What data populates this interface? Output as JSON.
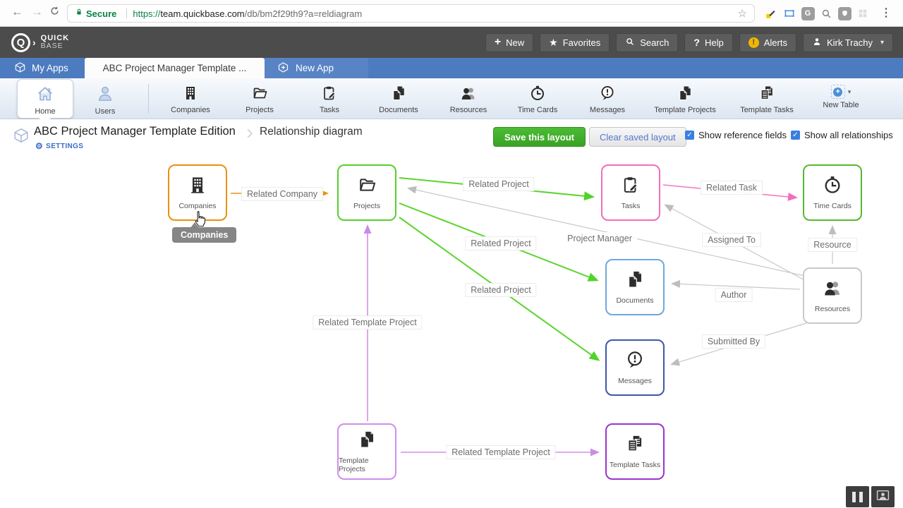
{
  "browser": {
    "secure_label": "Secure",
    "url": "https://team.quickbase.com/db/bm2f29th9?a=reldiagram",
    "url_scheme": "https://",
    "url_host": "team.quickbase.com",
    "url_path": "/db/bm2f29th9?a=reldiagram"
  },
  "header": {
    "brand_line1": "QUICK",
    "brand_line2": "BASE",
    "new_label": "New",
    "favorites_label": "Favorites",
    "search_label": "Search",
    "help_label": "Help",
    "alerts_label": "Alerts",
    "user_name": "Kirk Trachy"
  },
  "tabs": {
    "my_apps": "My Apps",
    "active_app": "ABC Project Manager Template ...",
    "new_app": "New App"
  },
  "toolbar": {
    "items": [
      "Home",
      "Users",
      "Companies",
      "Projects",
      "Tasks",
      "Documents",
      "Resources",
      "Time Cards",
      "Messages",
      "Template Projects",
      "Template Tasks",
      "New Table"
    ]
  },
  "page_header": {
    "app_title": "ABC Project Manager Template Edition",
    "settings_label": "SETTINGS",
    "page_title": "Relationship diagram",
    "save_layout_button": "Save this layout",
    "clear_layout_button": "Clear saved layout",
    "show_reference_fields": "Show reference fields",
    "show_all_relationships": "Show all relationships"
  },
  "diagram": {
    "tooltip": "Companies",
    "nodes": {
      "companies": "Companies",
      "projects": "Projects",
      "tasks": "Tasks",
      "time_cards": "Time Cards",
      "documents": "Documents",
      "resources": "Resources",
      "messages": "Messages",
      "template_projects": "Template Projects",
      "template_tasks": "Template Tasks"
    },
    "edges": {
      "related_company": "Related Company",
      "related_project_tasks": "Related Project",
      "related_project_documents": "Related Project",
      "related_project_messages": "Related Project",
      "related_task": "Related Task",
      "project_manager": "Project Manager",
      "assigned_to": "Assigned To",
      "resource": "Resource",
      "author": "Author",
      "submitted_by": "Submitted By",
      "related_template_project_vertical": "Related Template Project",
      "related_template_project_horizontal": "Related Template Project"
    }
  },
  "colors": {
    "header_bg": "#4c4c4c",
    "tab_bar_blue": "#4d7bc0",
    "save_green": "#3fae2a",
    "link_blue": "#3a6cc8",
    "checkbox_blue": "#3a7fe0",
    "alerts_yellow": "#f2b600",
    "secure_green": "#0b8043",
    "node_companies": "#e8920e",
    "node_projects": "#56d02e",
    "node_tasks": "#f06ebc",
    "node_time_cards": "#56b82e",
    "node_documents": "#6fa8dc",
    "node_messages": "#3d57a8",
    "node_resources": "#c9c9c9",
    "node_template_projects": "#cf8fe9",
    "node_template_tasks": "#9a35cc",
    "edge_gray": "#c4c4c4"
  }
}
